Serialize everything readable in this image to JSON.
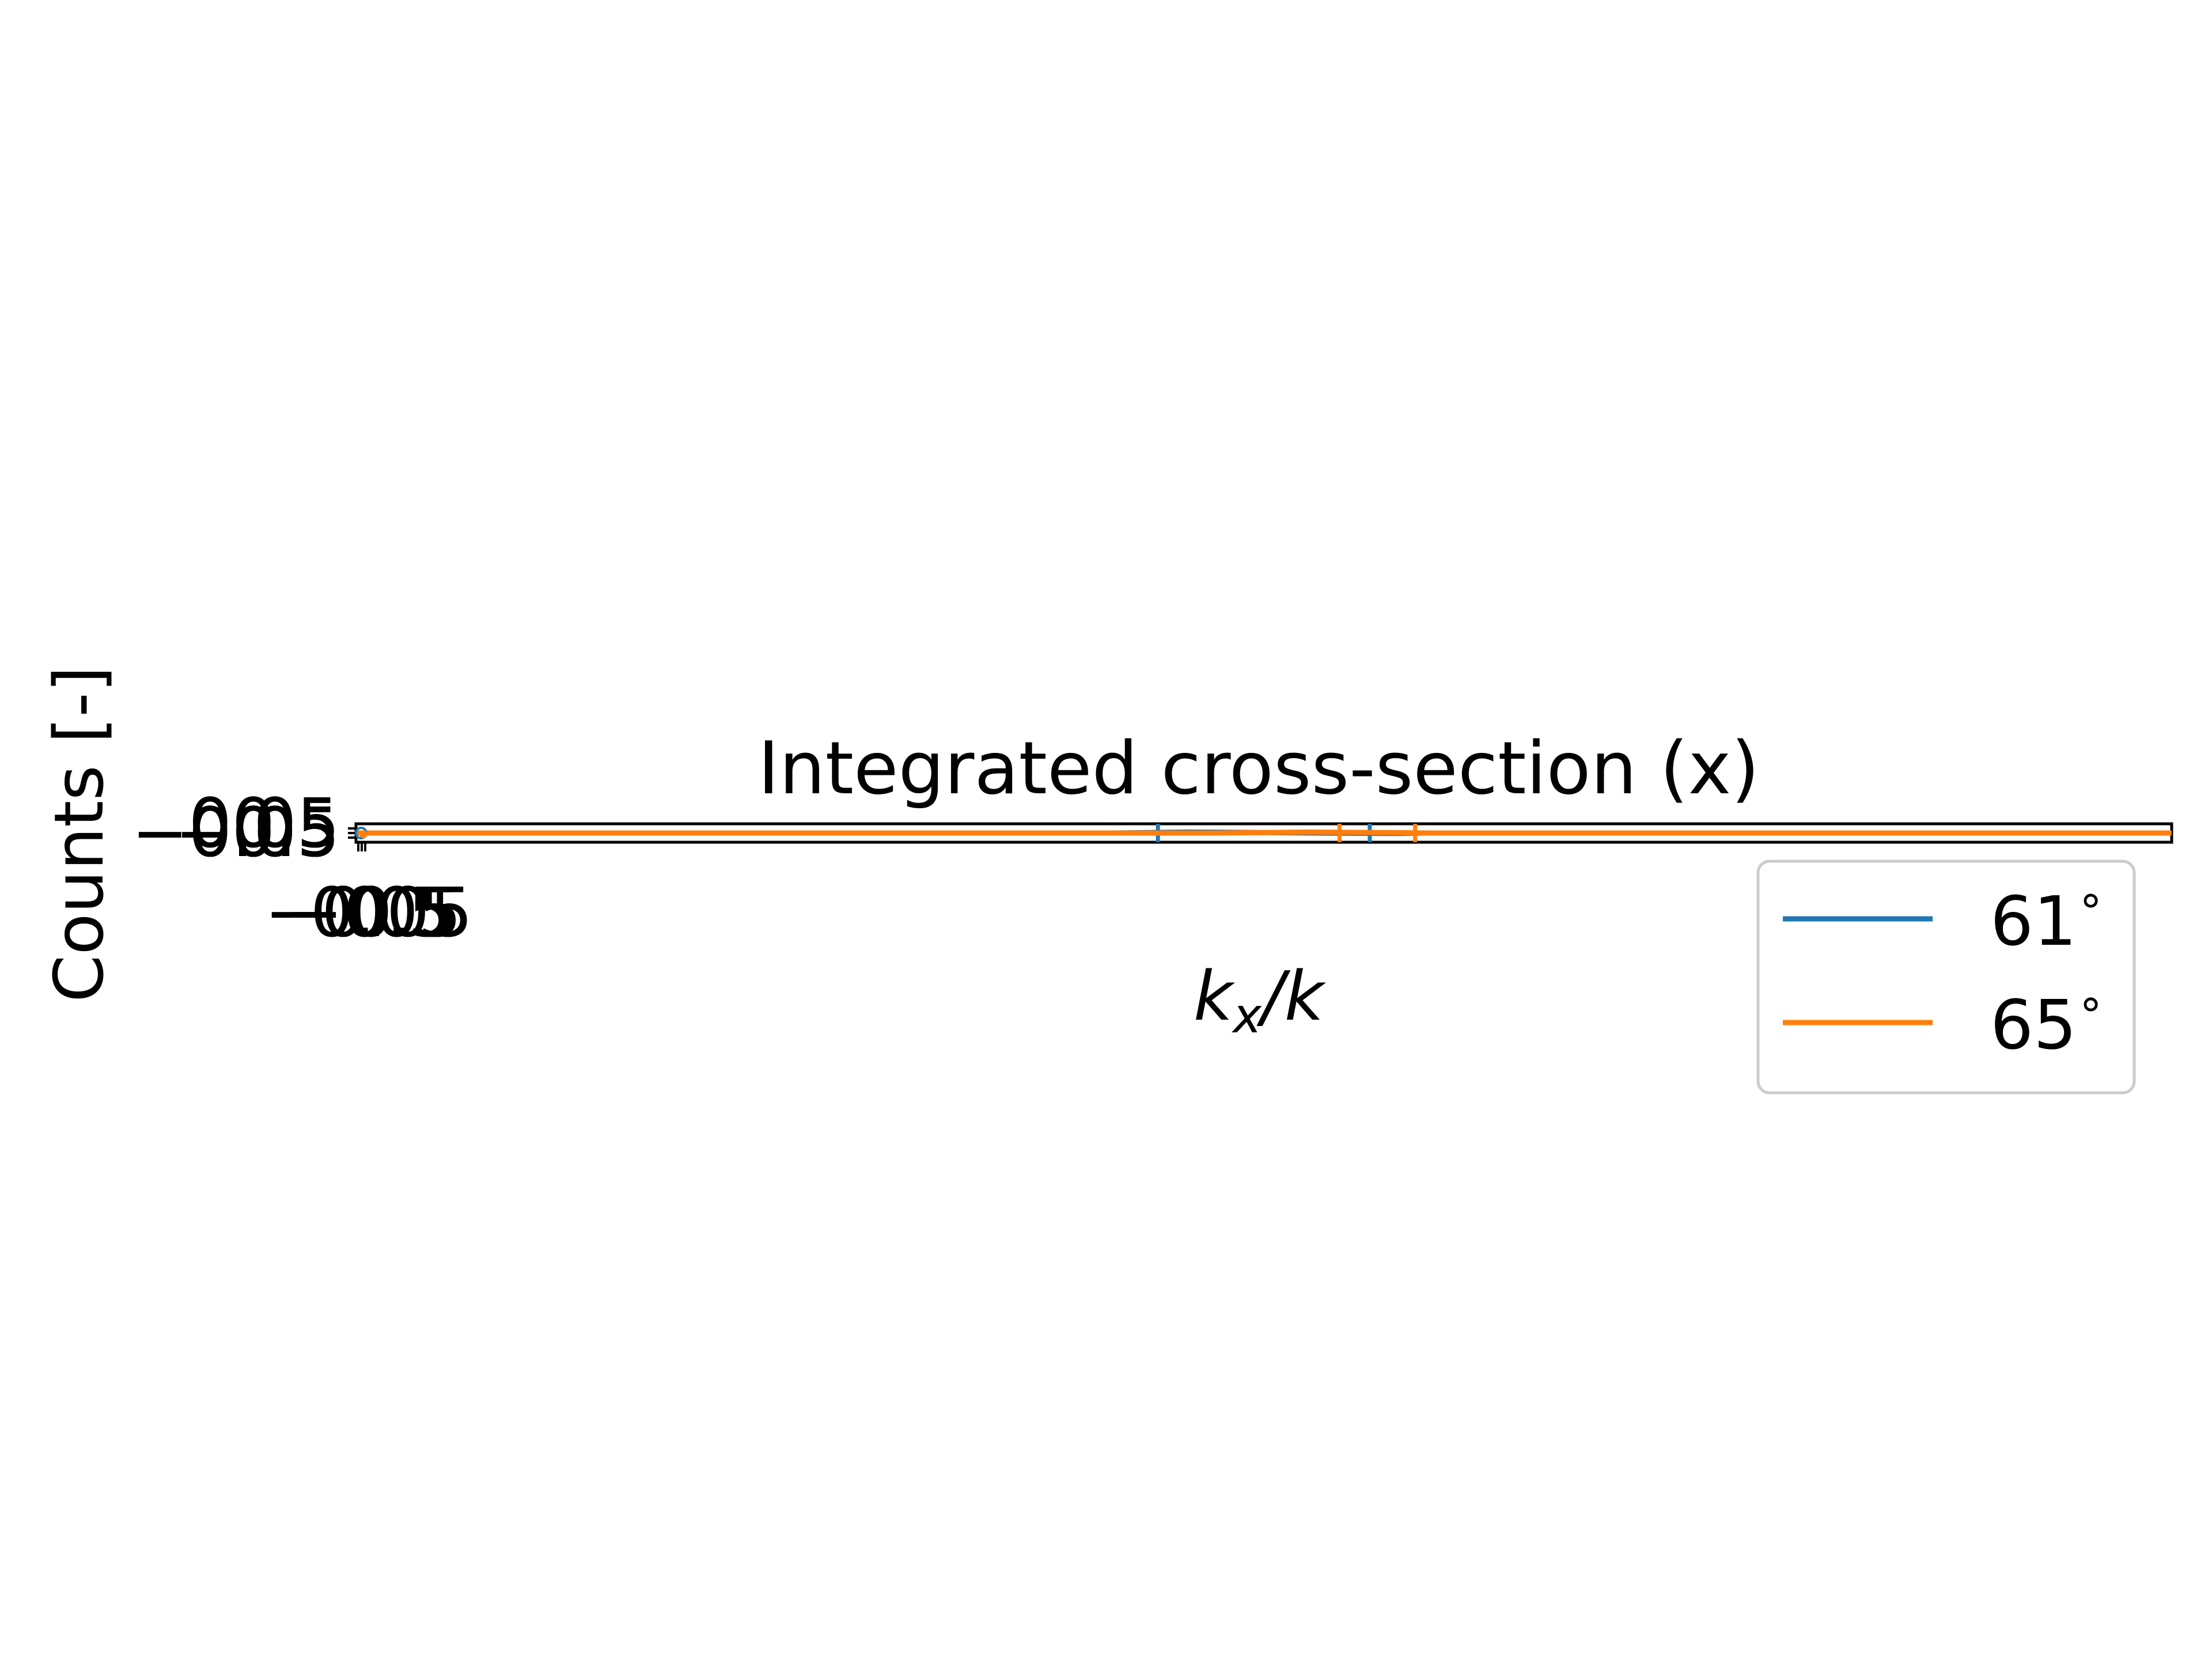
{
  "chart_data": {
    "type": "line",
    "title": "Integrated cross-section (x)",
    "xlabel": {
      "base": "k",
      "sub": "x",
      "tail": "/k"
    },
    "ylabel": "Counts [-]",
    "xlim": [
      -0.06,
      0.06
    ],
    "ylim": [
      -0.06,
      0.06
    ],
    "x_ticks": [
      "−0.05",
      "0.05",
      "−0.5",
      "0.5"
    ],
    "y_ticks": [
      "−0.5",
      "0.5",
      "−0.05",
      "0.05",
      "0.5"
    ],
    "grid": false,
    "legend_position": "lower-right",
    "series": [
      {
        "name": "61°",
        "label_number": "61",
        "label_degree": "∘",
        "color": "#1f77b4",
        "x": [
          -0.06,
          -0.01,
          -0.005,
          0.0,
          0.005,
          0.009,
          0.0105,
          0.06
        ],
        "y": [
          0.0,
          0.0,
          0.006,
          0.003,
          -0.001,
          -0.003,
          0.0,
          0.0
        ],
        "vertical_markers": [
          -0.007,
          0.007
        ]
      },
      {
        "name": "65°",
        "label_number": "65",
        "label_degree": "∘",
        "color": "#ff7f0e",
        "x": [
          -0.06,
          -0.003,
          0.0,
          0.003,
          0.008,
          0.011,
          0.06
        ],
        "y": [
          0.0,
          0.0,
          0.003,
          0.006,
          0.003,
          0.0,
          0.0
        ],
        "vertical_markers": [
          0.005,
          0.01
        ]
      }
    ]
  }
}
